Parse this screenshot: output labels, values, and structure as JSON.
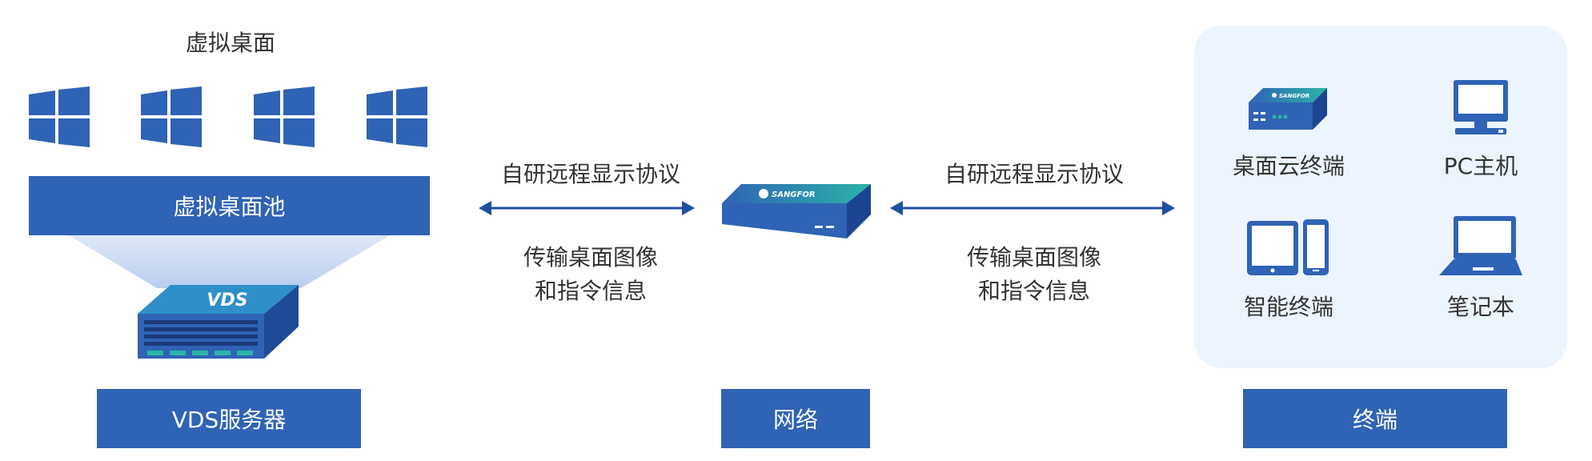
{
  "colors": {
    "primary": "#2f63b5",
    "panel_bg": "#ecf4fd",
    "device_teal": "#2bb3a8",
    "arrow": "#1f4fa0"
  },
  "left": {
    "virtual_desktop_label": "虚拟桌面",
    "pool_label": "虚拟桌面池",
    "server_badge": "VDS",
    "server_label": "VDS服务器"
  },
  "protocol_left": {
    "top": "自研远程显示协议",
    "bottom_line1": "传输桌面图像",
    "bottom_line2": "和指令信息"
  },
  "network": {
    "brand": "SANGFOR",
    "label": "网络"
  },
  "protocol_right": {
    "top": "自研远程显示协议",
    "bottom_line1": "传输桌面图像",
    "bottom_line2": "和指令信息"
  },
  "terminals": {
    "cloud_terminal": "桌面云终端",
    "cloud_terminal_brand": "SANGFOR",
    "pc": "PC主机",
    "smart": "智能终端",
    "laptop": "笔记本",
    "label": "终端"
  },
  "icons": [
    "windows-icon",
    "server-icon",
    "network-appliance-icon",
    "thin-client-icon",
    "pc-icon",
    "tablet-phone-icon",
    "laptop-icon",
    "bidirectional-arrow-icon"
  ]
}
